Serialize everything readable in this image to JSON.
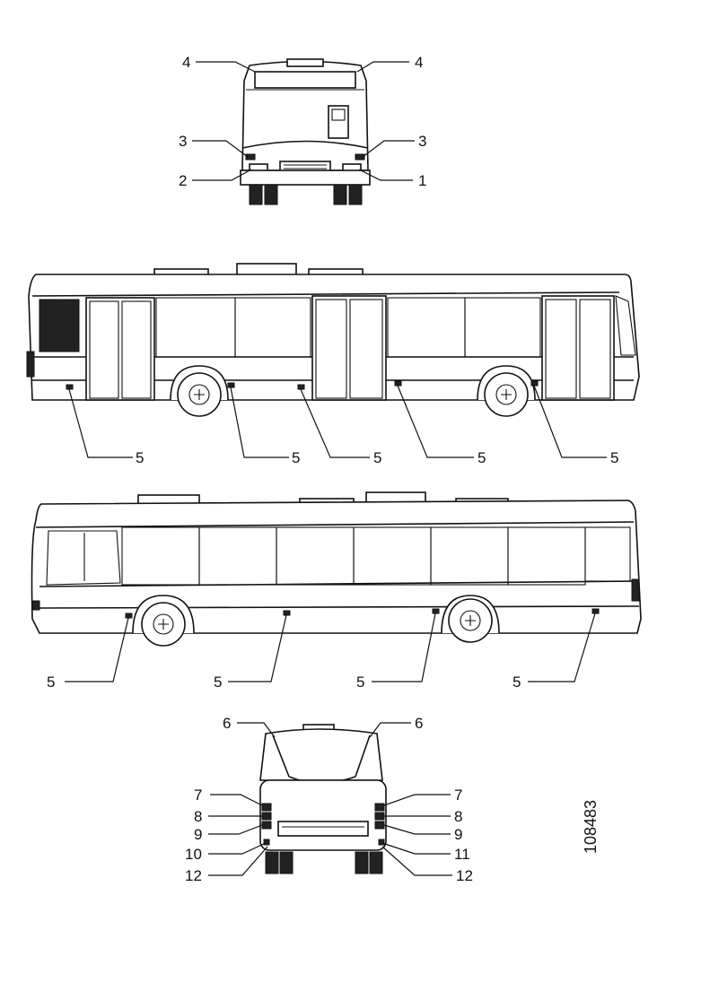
{
  "callouts": {
    "front": {
      "top_left": "4",
      "top_right": "4",
      "mid_left": "3",
      "mid_right": "3",
      "low_left": "2",
      "low_right": "1"
    },
    "side_right": [
      "5",
      "5",
      "5",
      "5",
      "5"
    ],
    "side_left": [
      "5",
      "5",
      "5",
      "5"
    ],
    "rear": {
      "top_left": "6",
      "top_right": "6",
      "l1": "7",
      "r1": "7",
      "l2": "8",
      "r2": "8",
      "l3": "9",
      "r3": "9",
      "l4": "10",
      "r4": "11",
      "l5": "12",
      "r5": "12"
    }
  },
  "figure_number": "108483"
}
